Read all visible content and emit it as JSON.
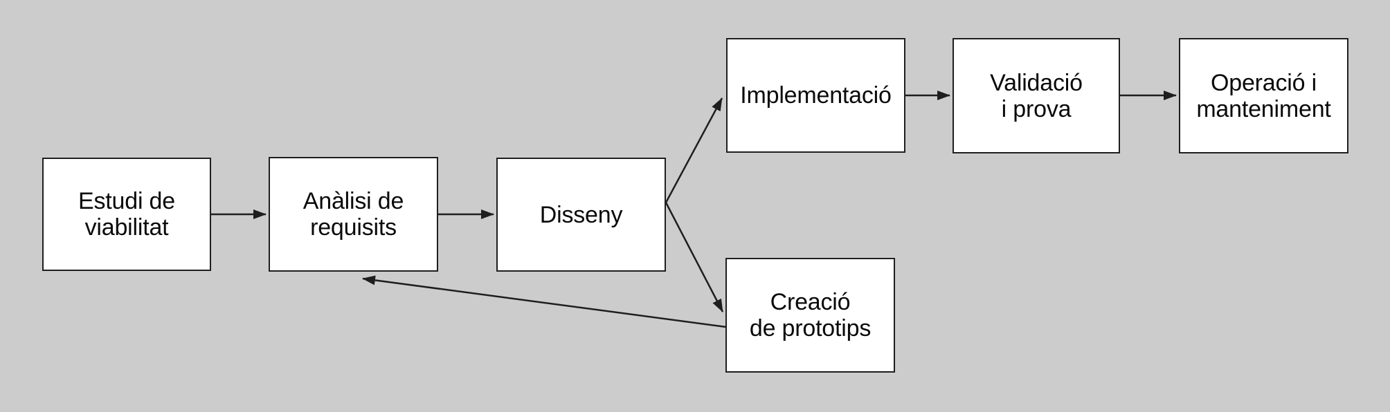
{
  "diagram": {
    "colors": {
      "background": "#cccccc",
      "node_fill": "#ffffff",
      "node_border": "#1e1e1e",
      "arrow": "#1e1e1e",
      "text": "#0a0a0a"
    },
    "nodes": {
      "estudi": {
        "line1": "Estudi de",
        "line2": "viabilitat"
      },
      "analisi": {
        "line1": "Anàlisi de",
        "line2": "requisits"
      },
      "disseny": {
        "line1": "Disseny"
      },
      "implementacio": {
        "line1": "Implementació"
      },
      "validacio": {
        "line1": "Validació",
        "line2": "i prova"
      },
      "operacio": {
        "line1": "Operació i",
        "line2": "manteniment"
      },
      "creacio": {
        "line1": "Creació",
        "line2": "de prototips"
      }
    },
    "edges": [
      {
        "from": "Estudi de viabilitat",
        "to": "Anàlisi de requisits"
      },
      {
        "from": "Anàlisi de requisits",
        "to": "Disseny"
      },
      {
        "from": "Disseny",
        "to": "Implementació"
      },
      {
        "from": "Disseny",
        "to": "Creació de prototips"
      },
      {
        "from": "Implementació",
        "to": "Validació i prova"
      },
      {
        "from": "Validació i prova",
        "to": "Operació i manteniment"
      },
      {
        "from": "Creació de prototips",
        "to": "Anàlisi de requisits"
      }
    ]
  }
}
